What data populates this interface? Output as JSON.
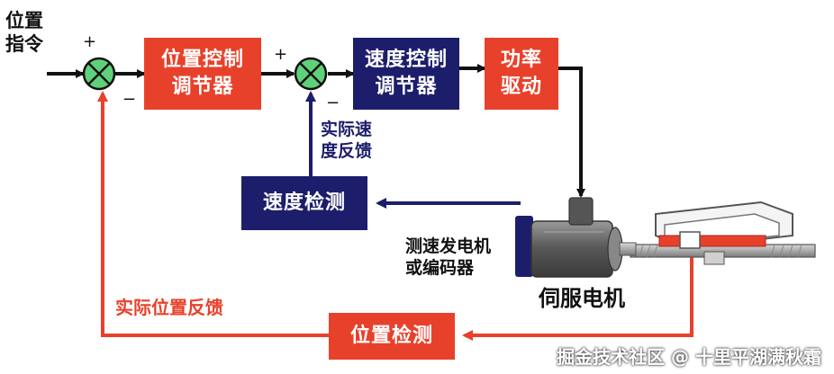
{
  "input_label": "位置\n指令",
  "signs": {
    "sum1_plus": "+",
    "sum1_minus": "−",
    "sum2_plus": "+",
    "sum2_minus": "−"
  },
  "blocks": {
    "position_controller": "位置控制\n调节器",
    "speed_controller": "速度控制\n调节器",
    "power_drive": "功率\n驱动",
    "speed_detection": "速度检测",
    "position_detection": "位置检测"
  },
  "labels": {
    "actual_speed_feedback": "实际速\n度反馈",
    "actual_position_feedback": "实际位置反馈",
    "tachometer_encoder": "测速发电机\n或编码器",
    "servo_motor": "伺服电机"
  },
  "watermark": "掘金技术社区 @ 十里平湖满秋霜",
  "colors": {
    "red_block": "#e8412b",
    "navy_block": "#1c1e6b",
    "summing_junction": "#5fd17a",
    "signal_arrow": "#111111",
    "speed_feedback_line": "#1c1e6b",
    "position_feedback_line": "#e8412b"
  }
}
